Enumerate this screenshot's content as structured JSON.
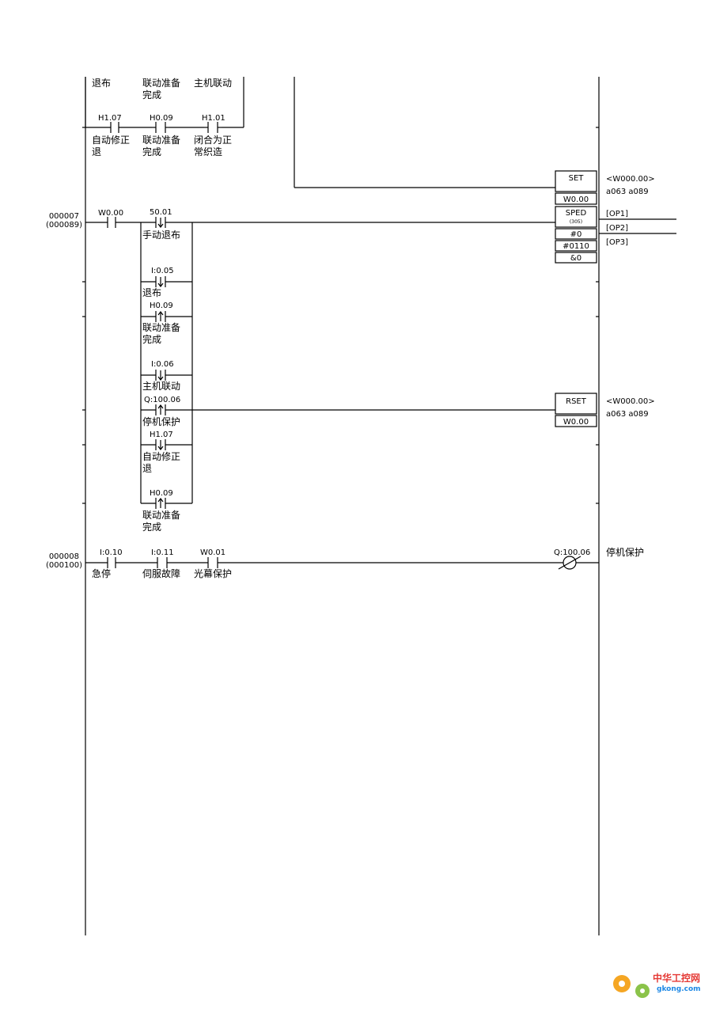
{
  "rung_prev": {
    "top_labels": {
      "a": "退布",
      "b1": "联动准备",
      "b2": "完成",
      "c": "主机联动"
    },
    "contacts": [
      {
        "addr": "H1.07",
        "c1": "自动修正",
        "c2": "退"
      },
      {
        "addr": "H0.09",
        "c1": "联动准备",
        "c2": "完成"
      },
      {
        "addr": "H1.01",
        "c1": "闭合为正",
        "c2": "常织造"
      }
    ],
    "set_block": {
      "name": "SET",
      "operand": "W0.00",
      "ref1": "<W000.00>",
      "ref2": "a063 a089"
    }
  },
  "rung_7": {
    "number": "000007",
    "step": "(000089)",
    "contact_main": {
      "addr": "W0.00"
    },
    "branches": [
      {
        "addr": "50.01",
        "c1": "手动退布",
        "c2": ""
      },
      {
        "addr": "I:0.05",
        "c1": "退布",
        "c2": ""
      },
      {
        "addr": "H0.09",
        "c1": "联动准备",
        "c2": "完成"
      },
      {
        "addr": "I:0.06",
        "c1": "主机联动",
        "c2": ""
      },
      {
        "addr": "Q:100.06",
        "c1": "停机保护",
        "c2": ""
      },
      {
        "addr": "H1.07",
        "c1": "自动修正",
        "c2": "退"
      },
      {
        "addr": "H0.09",
        "c1": "联动准备",
        "c2": "完成"
      }
    ],
    "sped_block": {
      "name": "SPED",
      "code": "(305)",
      "op1": "#0",
      "op2": "#0110",
      "op3": "&0",
      "ref1": "[OP1]",
      "ref2": "[OP2]",
      "ref3": "[OP3]"
    },
    "rset_block": {
      "name": "RSET",
      "operand": "W0.00",
      "ref1": "<W000.00>",
      "ref2": "a063 a089"
    }
  },
  "rung_8": {
    "number": "000008",
    "step": "(000100)",
    "contacts": [
      {
        "addr": "I:0.10",
        "c1": "急停"
      },
      {
        "addr": "I:0.11",
        "c1": "伺服故障"
      },
      {
        "addr": "W0.01",
        "c1": "光幕保护"
      }
    ],
    "coil": {
      "addr": "Q:100.06",
      "comment": "停机保护"
    }
  },
  "watermark": {
    "text": "中华工控网",
    "url": "gkong.com"
  }
}
